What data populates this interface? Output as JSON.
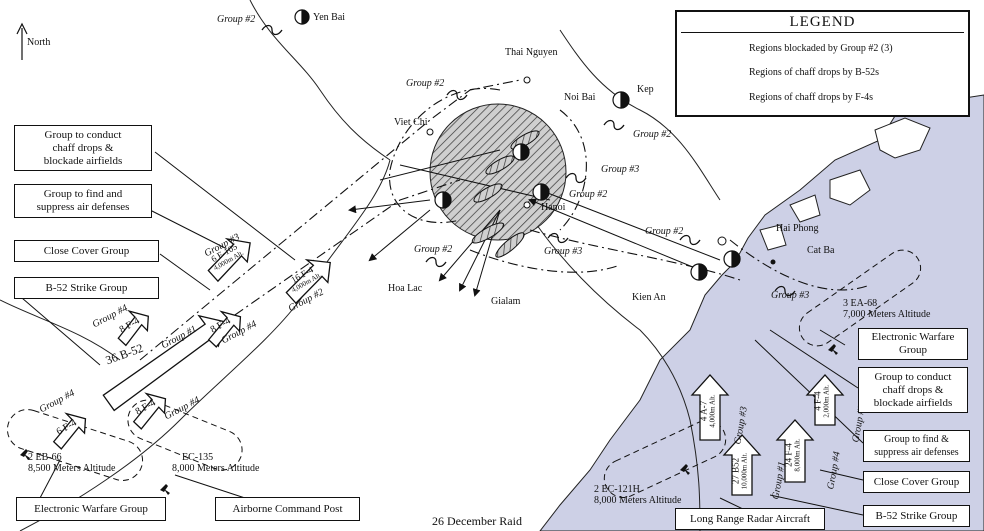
{
  "legend": {
    "title": "LEGEND",
    "items": [
      "Regions blockaded by Group #2 (3)",
      "Regions of chaff drops by B-52s",
      "Regions of chaff drops by F-4s"
    ]
  },
  "compass": "North",
  "places": {
    "yen_bai": "Yen Bai",
    "thai_nguyen": "Thai Nguyen",
    "noi_bai": "Noi Bai",
    "kep": "Kep",
    "viet_chi": "Viet Chi",
    "hanoi": "Hanoi",
    "hoa_lac": "Hoa Lac",
    "gialam": "Gialam",
    "hai_phong": "Hai Phong",
    "cat_ba": "Cat Ba",
    "kien_an": "Kien An"
  },
  "group_labels": {
    "g2": "Group #2",
    "g3": "Group #3",
    "g4": "Group #4",
    "g1": "Group #1"
  },
  "left_boxes": {
    "chaff": [
      "Group to conduct",
      "chaff drops &",
      "blockade airfields"
    ],
    "suppress": [
      "Group to find and",
      "suppress air defenses"
    ],
    "cover": "Close Cover Group",
    "strike": "B-52 Strike Group",
    "ew": "Electronic Warfare Group",
    "acp": "Airborne Command Post"
  },
  "right_boxes": {
    "ew": [
      "Electronic Warfare",
      "Group"
    ],
    "chaff": [
      "Group to conduct",
      "chaff drops &",
      "blockade airfields"
    ],
    "suppress": [
      "Group to find &",
      "suppress air defenses"
    ],
    "cover": "Close Cover Group",
    "strike": "B-52 Strike Group",
    "radar": "Long Range Radar Aircraft"
  },
  "aircraft": {
    "f105": [
      "6 F-105",
      "4,000m Alt."
    ],
    "f4_16": [
      "16 F-4",
      "4,000m Alt."
    ],
    "f4_8a": "8 F-4",
    "f4_8b": "8 F-4",
    "f4_8c": "8 F-4",
    "f4_6": "6 F-4",
    "b52_36": "36 B-52",
    "ea68": [
      "3 EA-68",
      "7,000 Meters Altitude"
    ],
    "eb66": [
      "2 EB-66",
      "8,500 Meters Altitude"
    ],
    "ec135": [
      "EC-135",
      "8,000 Meters Altitude"
    ],
    "ec121": [
      "2 EC-121H",
      "8,000 Meters Altitude"
    ],
    "a7": [
      "4 A-7",
      "4,000m Alt."
    ],
    "f4_4": [
      "4 F-4",
      "2,000m Alt."
    ],
    "b52_27": [
      "27 B52",
      "10,000m Alt."
    ],
    "f4_24": [
      "24 F-4",
      "8,000m Alt."
    ]
  },
  "caption": "26 December Raid",
  "colors": {
    "sea": "#cdd0e6",
    "ink": "#111111",
    "paper": "#ffffff"
  }
}
